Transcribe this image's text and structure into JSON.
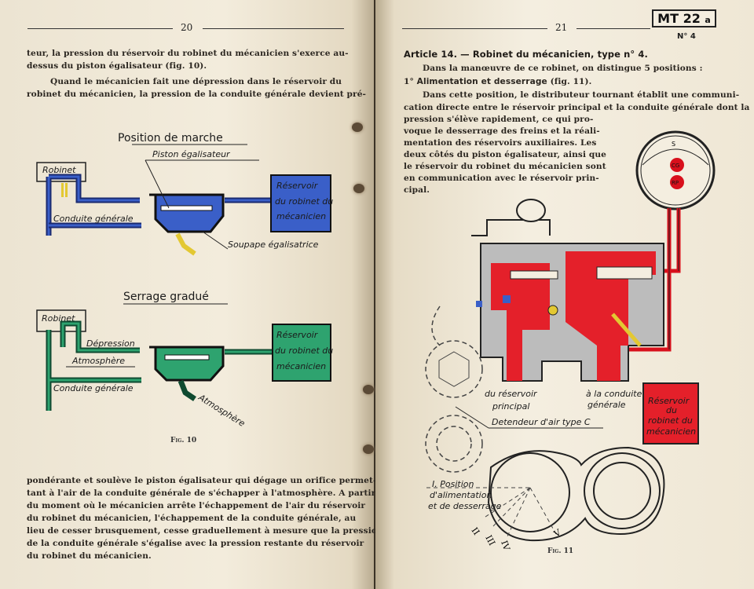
{
  "left_page": {
    "page_number": "20",
    "top_lines": [
      "teur, la pression du réservoir du robinet du mécanicien s'exerce au-",
      "dessus du piston égalisateur (fig. 10).",
      "Quand le mécanicien fait une dépression dans le réservoir du",
      "robinet du mécanicien, la pression de la conduite générale devient pré-"
    ],
    "figure10": {
      "diagram1_title": "Position de marche",
      "diagram1_labels": {
        "robinet": "Robinet",
        "piston": "Piston égalisateur",
        "conduite": "Conduite générale",
        "soupape": "Soupape égalisatrice",
        "reservoir": [
          "Réservoir",
          "du robinet du",
          "mécanicien"
        ]
      },
      "diagram2_title": "Serrage gradué",
      "diagram2_labels": {
        "robinet": "Robinet",
        "depression": "Dépression",
        "atmosphere": "Atmosphère",
        "conduite": "Conduite générale",
        "atmosphere2": "Atmosphère",
        "reservoir": [
          "Réservoir",
          "du robinet du",
          "mécanicien"
        ]
      },
      "caption": "Fig. 10",
      "colors": {
        "marche": "#3a5fc8",
        "serrage": "#2ea36f",
        "valve": "#e3c832"
      }
    },
    "bottom_lines": [
      "pondérante et soulève le piston égalisateur qui dégage un orifice permet-",
      "tant à l'air de la conduite générale de s'échapper à l'atmosphère. A partir",
      "du moment où le mécanicien arrête l'échappement de l'air du réservoir",
      "du robinet du mécanicien, l'échappement de la conduite générale, au",
      "lieu de cesser brusquement, cesse graduellement à mesure que la pression",
      "de la conduite générale s'égalise avec la pression restante du réservoir",
      "du robinet du mécanicien."
    ]
  },
  "right_page": {
    "page_number": "21",
    "badge": {
      "main": "MT 22",
      "suffix": "a",
      "number": "N° 4"
    },
    "article_heading": "Article 14. — Robinet du mécanicien, type n° 4.",
    "intro": "Dans la manœuvre de ce robinet, on distingue 5 positions :",
    "position_heading": {
      "num": "1°",
      "title": "Alimentation et desserrage",
      "ref": "(fig. 11)."
    },
    "body_lines": [
      "Dans cette position, le distributeur tournant établit une communi-",
      "cation directe entre le réservoir principal et la conduite générale dont la",
      "pression s'élève rapidement, ce qui pro-",
      "voque le desserrage des freins et la réali-",
      "mentation des réservoirs auxiliaires. Les",
      "deux côtés du piston égalisateur, ainsi que",
      "le réservoir du robinet du mécanicien sont",
      "en communication avec le réservoir prin-",
      "cipal."
    ],
    "figure11": {
      "gauge_labels": [
        "S",
        "CG",
        "RP"
      ],
      "label_from_reservoir": [
        "du réservoir",
        "principal"
      ],
      "label_to_conduite": [
        "à la conduite",
        "générale"
      ],
      "reservoir_box": [
        "Réservoir",
        "du",
        "robinet du",
        "mécanicien"
      ],
      "detendeur": "Detendeur d'air type C",
      "position_label": [
        "I. Position",
        "d'alimentation",
        "et de desserrage"
      ],
      "roman_positions": [
        "II",
        "III",
        "IV",
        "V"
      ],
      "caption": "Fig. 11",
      "colors": {
        "air": "#e4202a",
        "gauge": "#d8101c"
      }
    }
  }
}
